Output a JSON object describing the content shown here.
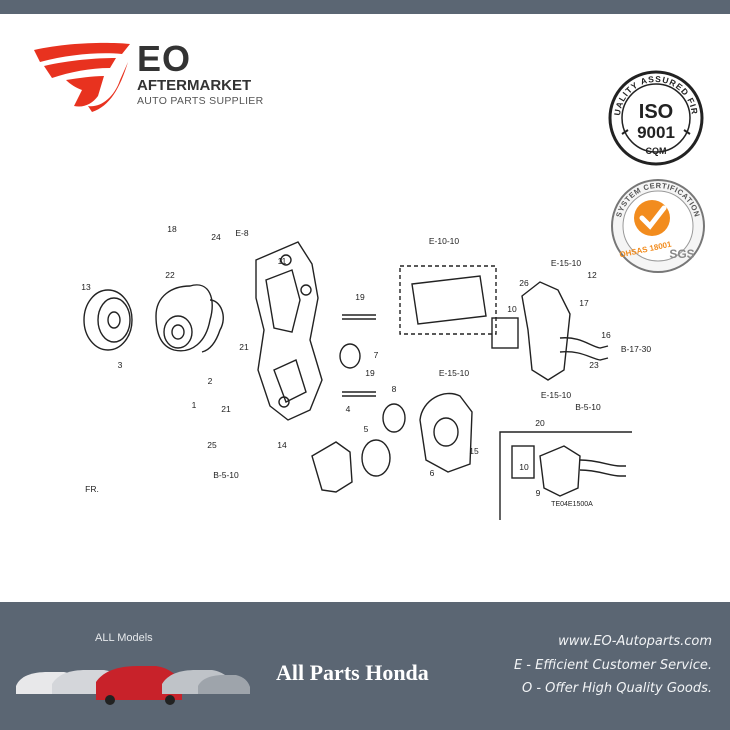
{
  "brand": {
    "name": "EO",
    "subtitle": "AFTERMARKET",
    "tagline": "AUTO PARTS SUPPLIER",
    "logo_icon": "wing-e-logo",
    "accent_color": "#e8321f"
  },
  "certifications": {
    "iso": {
      "ring_text": "QUALITY ASSURED FIRM",
      "main": "ISO",
      "number": "9001",
      "mark": "CQM"
    },
    "ohsas": {
      "ring_text": "SYSTEM CERTIFICATION",
      "standard": "OHSAS 18001",
      "mark": "SGS",
      "accent": "#f28c1e"
    }
  },
  "diagram": {
    "callouts": [
      "18",
      "24",
      "E-8",
      "11",
      "E-10-10",
      "E-15-10",
      "12",
      "13",
      "22",
      "26",
      "17",
      "3",
      "19",
      "10",
      "16",
      "21",
      "B-17-30",
      "7",
      "23",
      "2",
      "19",
      "E-15-10",
      "21",
      "8",
      "4",
      "E-15-10",
      "1",
      "B-5-10",
      "25",
      "5",
      "20",
      "14",
      "6",
      "15",
      "10",
      "B-5-10",
      "9",
      "FR.",
      "TE04E1500A"
    ]
  },
  "footer": {
    "models_label": "ALL Models",
    "title": "All Parts Honda",
    "url": "www.EO-Autoparts.com",
    "line1": "E - Efficient Customer Service.",
    "line2": "O - Offer High Quality Goods."
  }
}
